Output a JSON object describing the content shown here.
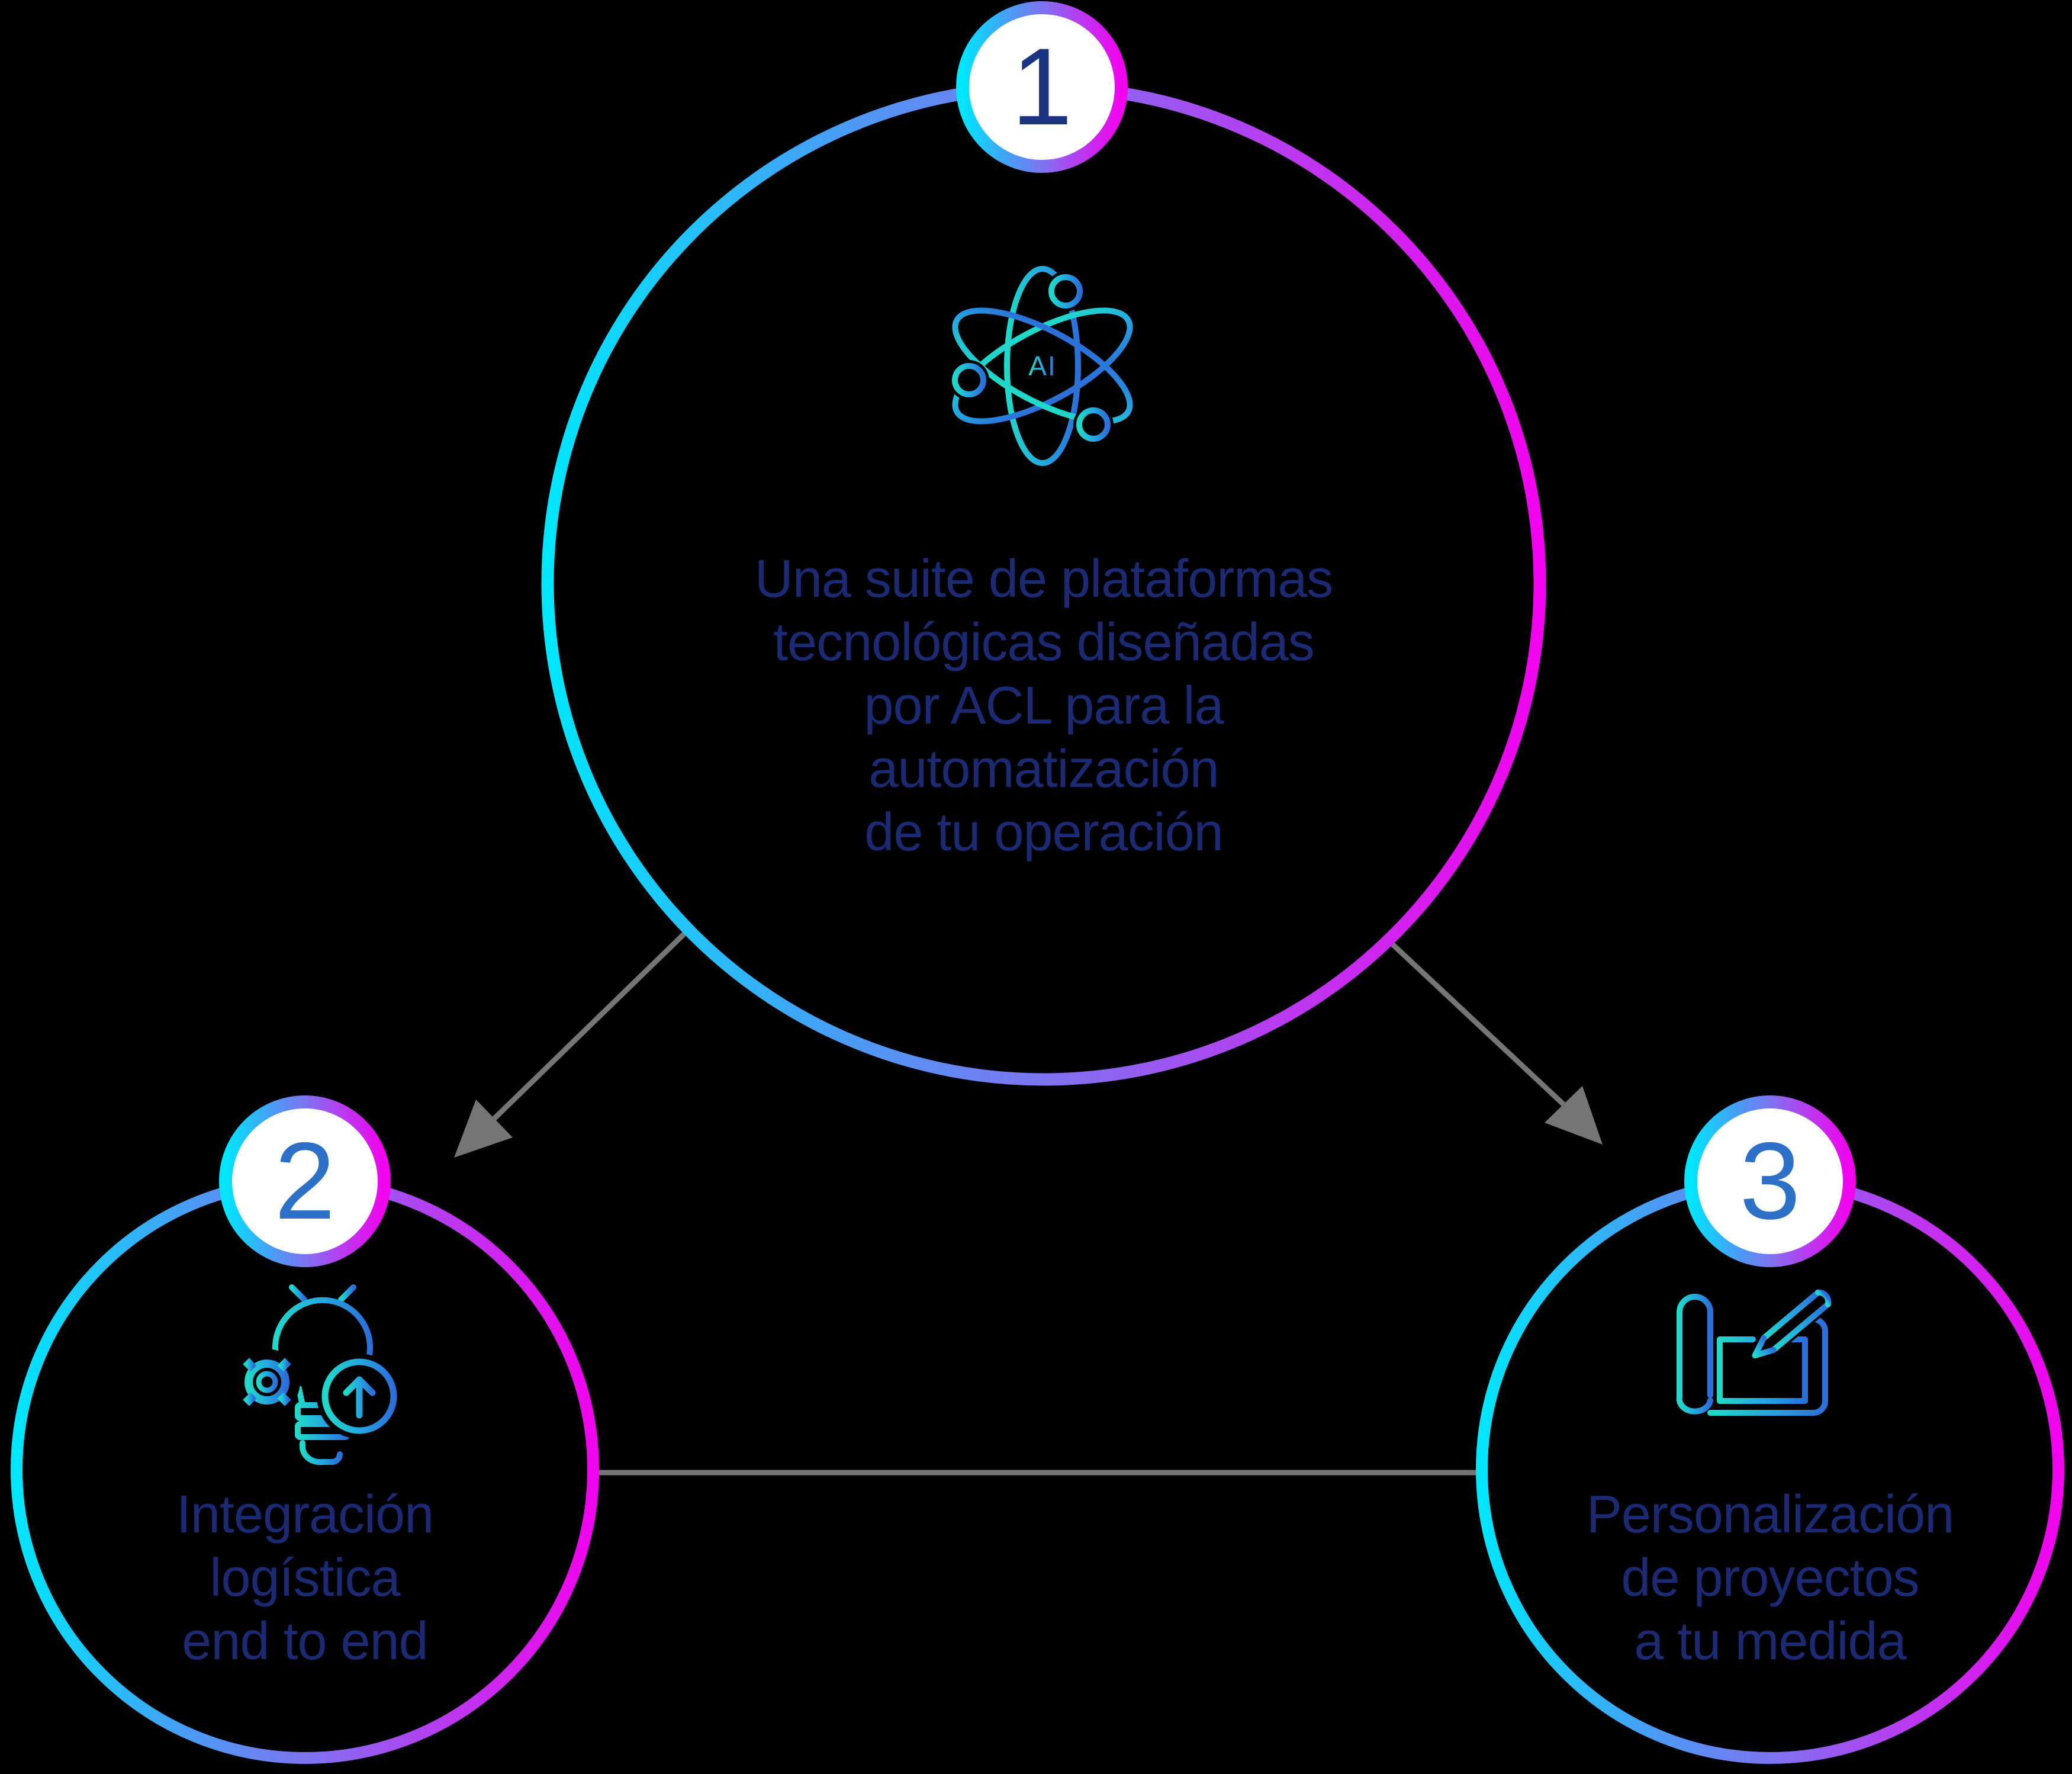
{
  "palette": {
    "background": "#000000",
    "rim_gradient": [
      "#00e6ff",
      "#45a0f5",
      "#7d74f0",
      "#b53ff0",
      "#f202ee"
    ],
    "icon_gradient": [
      "#20d9c8",
      "#25a8e0",
      "#2b6fd9"
    ],
    "arrow_gray": "#757575",
    "text_navy": "#1c2a74",
    "number_dark_blue": "#1c3382",
    "number_blue": "#2d70c8",
    "badge_fill": "#ffffff"
  },
  "nodes": [
    {
      "number": "1",
      "icon": "ai-atom-icon",
      "icon_label": "AI",
      "lines": [
        "Una suite de plataformas",
        "tecnológicas diseñadas",
        "por ACL para la",
        "automatización",
        "de tu operación"
      ]
    },
    {
      "number": "2",
      "icon": "idea-gear-icon",
      "lines": [
        "Integración",
        "logística",
        "end to end"
      ]
    },
    {
      "number": "3",
      "icon": "blueprint-pencil-icon",
      "lines": [
        "Personalización",
        "de proyectos",
        "a tu medida"
      ]
    }
  ]
}
